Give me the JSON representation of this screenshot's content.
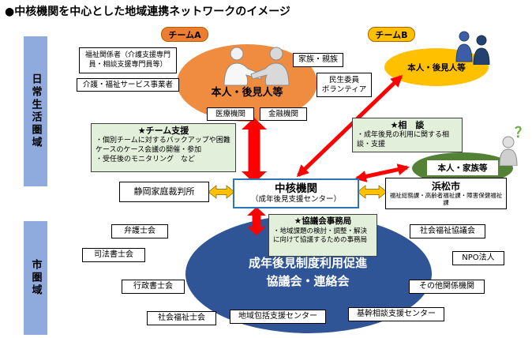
{
  "title": "●中核機関を中心とした地域連携ネットワークのイメージ",
  "sidebar": {
    "daily_life_area": "日常生活圏域",
    "city_area": "市圏域"
  },
  "team_a": {
    "tag": "チームA",
    "center": "本人・後見人等",
    "welfare_staff": "福祉関係者（介護支援専門員・相談支援専門員等）",
    "care_providers": "介護・福祉サービス事業者",
    "family": "家族・親族",
    "commissioner": "民生委員\nボランティア",
    "medical": "医療機関",
    "financial": "金融機関"
  },
  "team_b": {
    "tag": "チームB",
    "center": "本人・後見人等"
  },
  "team_support": {
    "title": "★チーム支援",
    "body": "・個別チームに対するバックアップや困難ケースのケース会議の開催・参加\n・受任後のモニタリング　など"
  },
  "consultation": {
    "title": "★相　談",
    "body": "・成年後見の利用に関する相談・支援"
  },
  "person_family": {
    "label": "本人・家族等"
  },
  "core": {
    "name": "中核機関",
    "subtitle": "（成年後見支援センター）"
  },
  "family_court": "静岡家庭裁判所",
  "hamamatsu": {
    "name": "浜松市",
    "departments": "福祉総務課・高齢者福祉課・障害保健福祉課"
  },
  "secretariat": {
    "title": "★協議会事務局",
    "body": "・地域課題の検討・調整・解決に向けて協議するための事務局"
  },
  "council": {
    "line1": "成年後見制度利用促進",
    "line2": "協議会・連絡会"
  },
  "council_members": [
    "弁護士会",
    "司法書士会",
    "行政書士会",
    "社会福祉士会",
    "地域包括支援センター",
    "基幹相談支援センター",
    "社会福祉協議会",
    "NPO法人",
    "その他関係機関"
  ],
  "icons": {
    "question_mark": "？"
  },
  "colors": {
    "team_a_orange": "#ED7D31",
    "team_b_yellow": "#FFC000",
    "support_green": "#E2EFDA",
    "person_green": "#538135",
    "council_blue": "#2F5597",
    "arrow_red": "#FF0000",
    "arrow_yellow": "#FFC000",
    "sidebar_blue": "#8FAADC",
    "core_border_blue": "#2E75B6"
  }
}
